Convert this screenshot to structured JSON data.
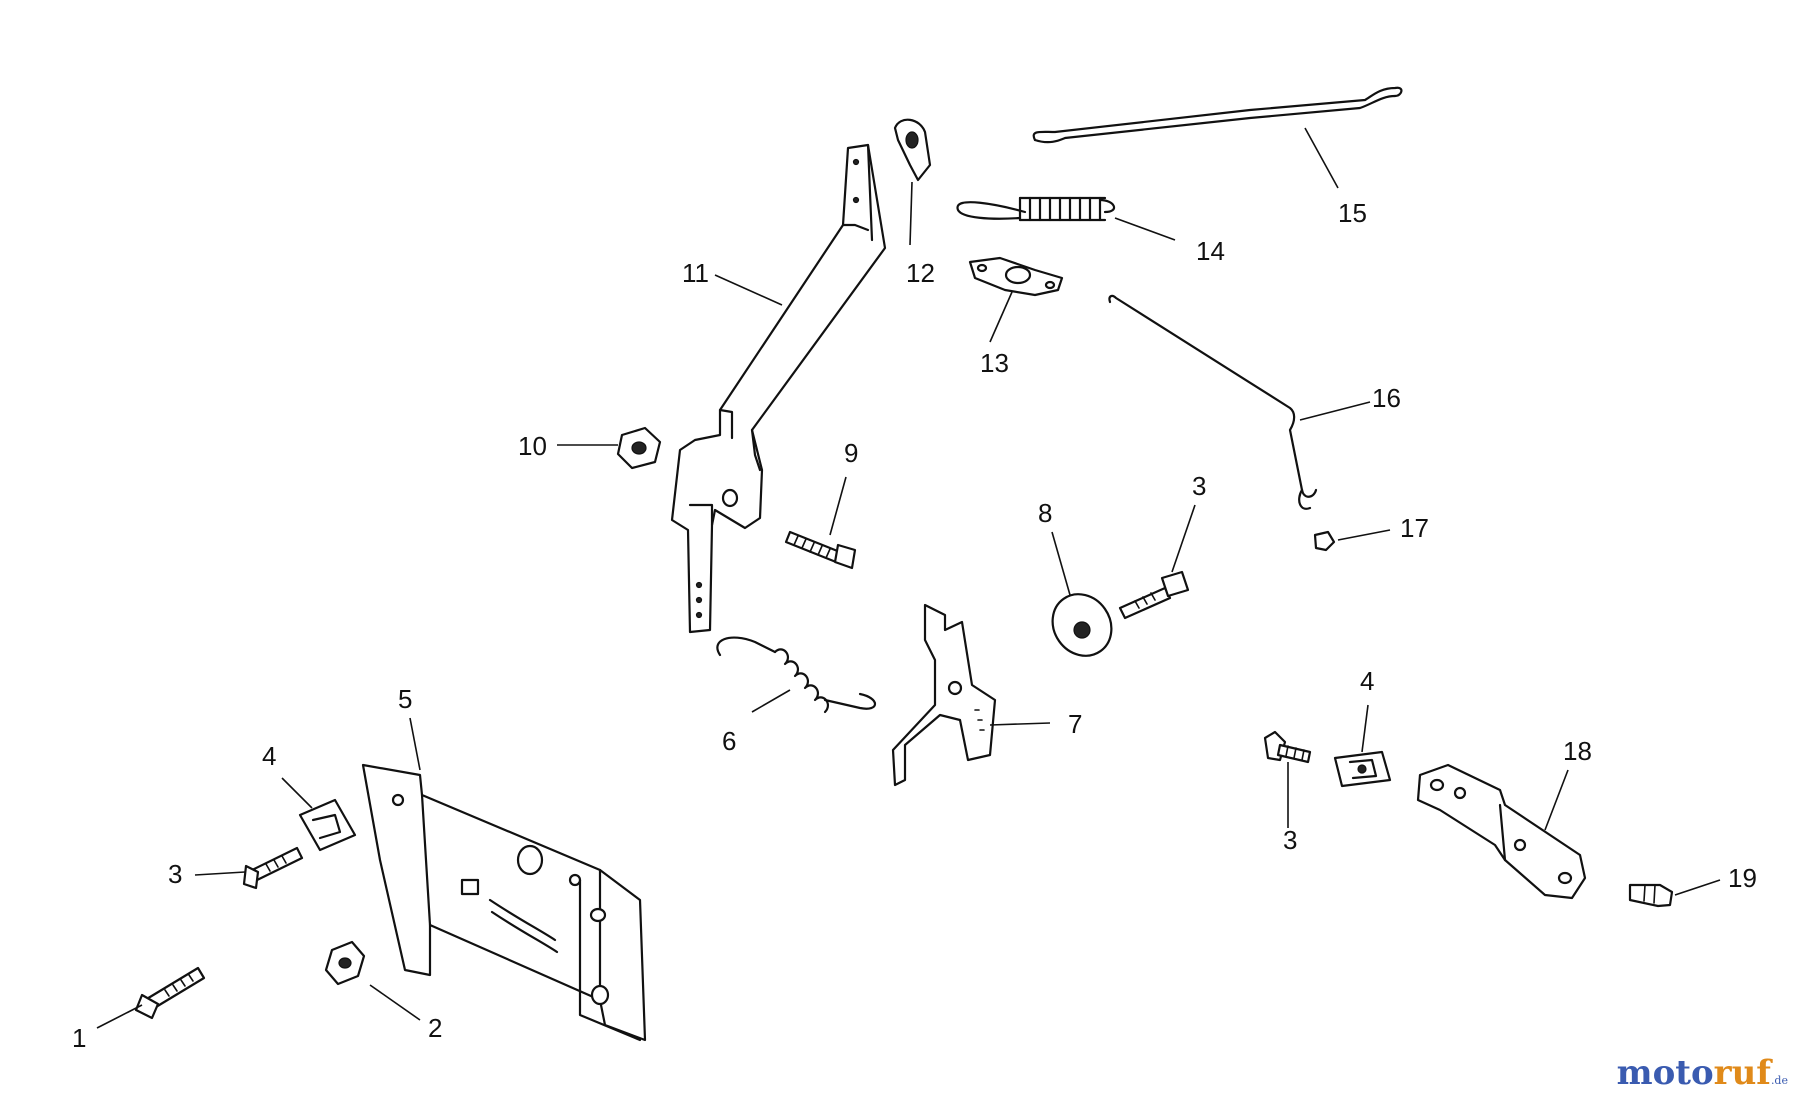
{
  "diagram": {
    "labels": {
      "p1": "1",
      "p2": "2",
      "p3a": "3",
      "p3b": "3",
      "p3c": "3",
      "p4a": "4",
      "p4b": "4",
      "p5": "5",
      "p6": "6",
      "p7": "7",
      "p8": "8",
      "p9": "9",
      "p10": "10",
      "p11": "11",
      "p12": "12",
      "p13": "13",
      "p14": "14",
      "p15": "15",
      "p16": "16",
      "p17": "17",
      "p18": "18",
      "p19": "19"
    }
  },
  "watermark": {
    "part1": "moto",
    "part2": "ruf",
    "suffix": ".de"
  },
  "colors": {
    "watermark_blue": "#3a5bb0",
    "watermark_orange": "#e08a1a",
    "ink": "#111111"
  }
}
